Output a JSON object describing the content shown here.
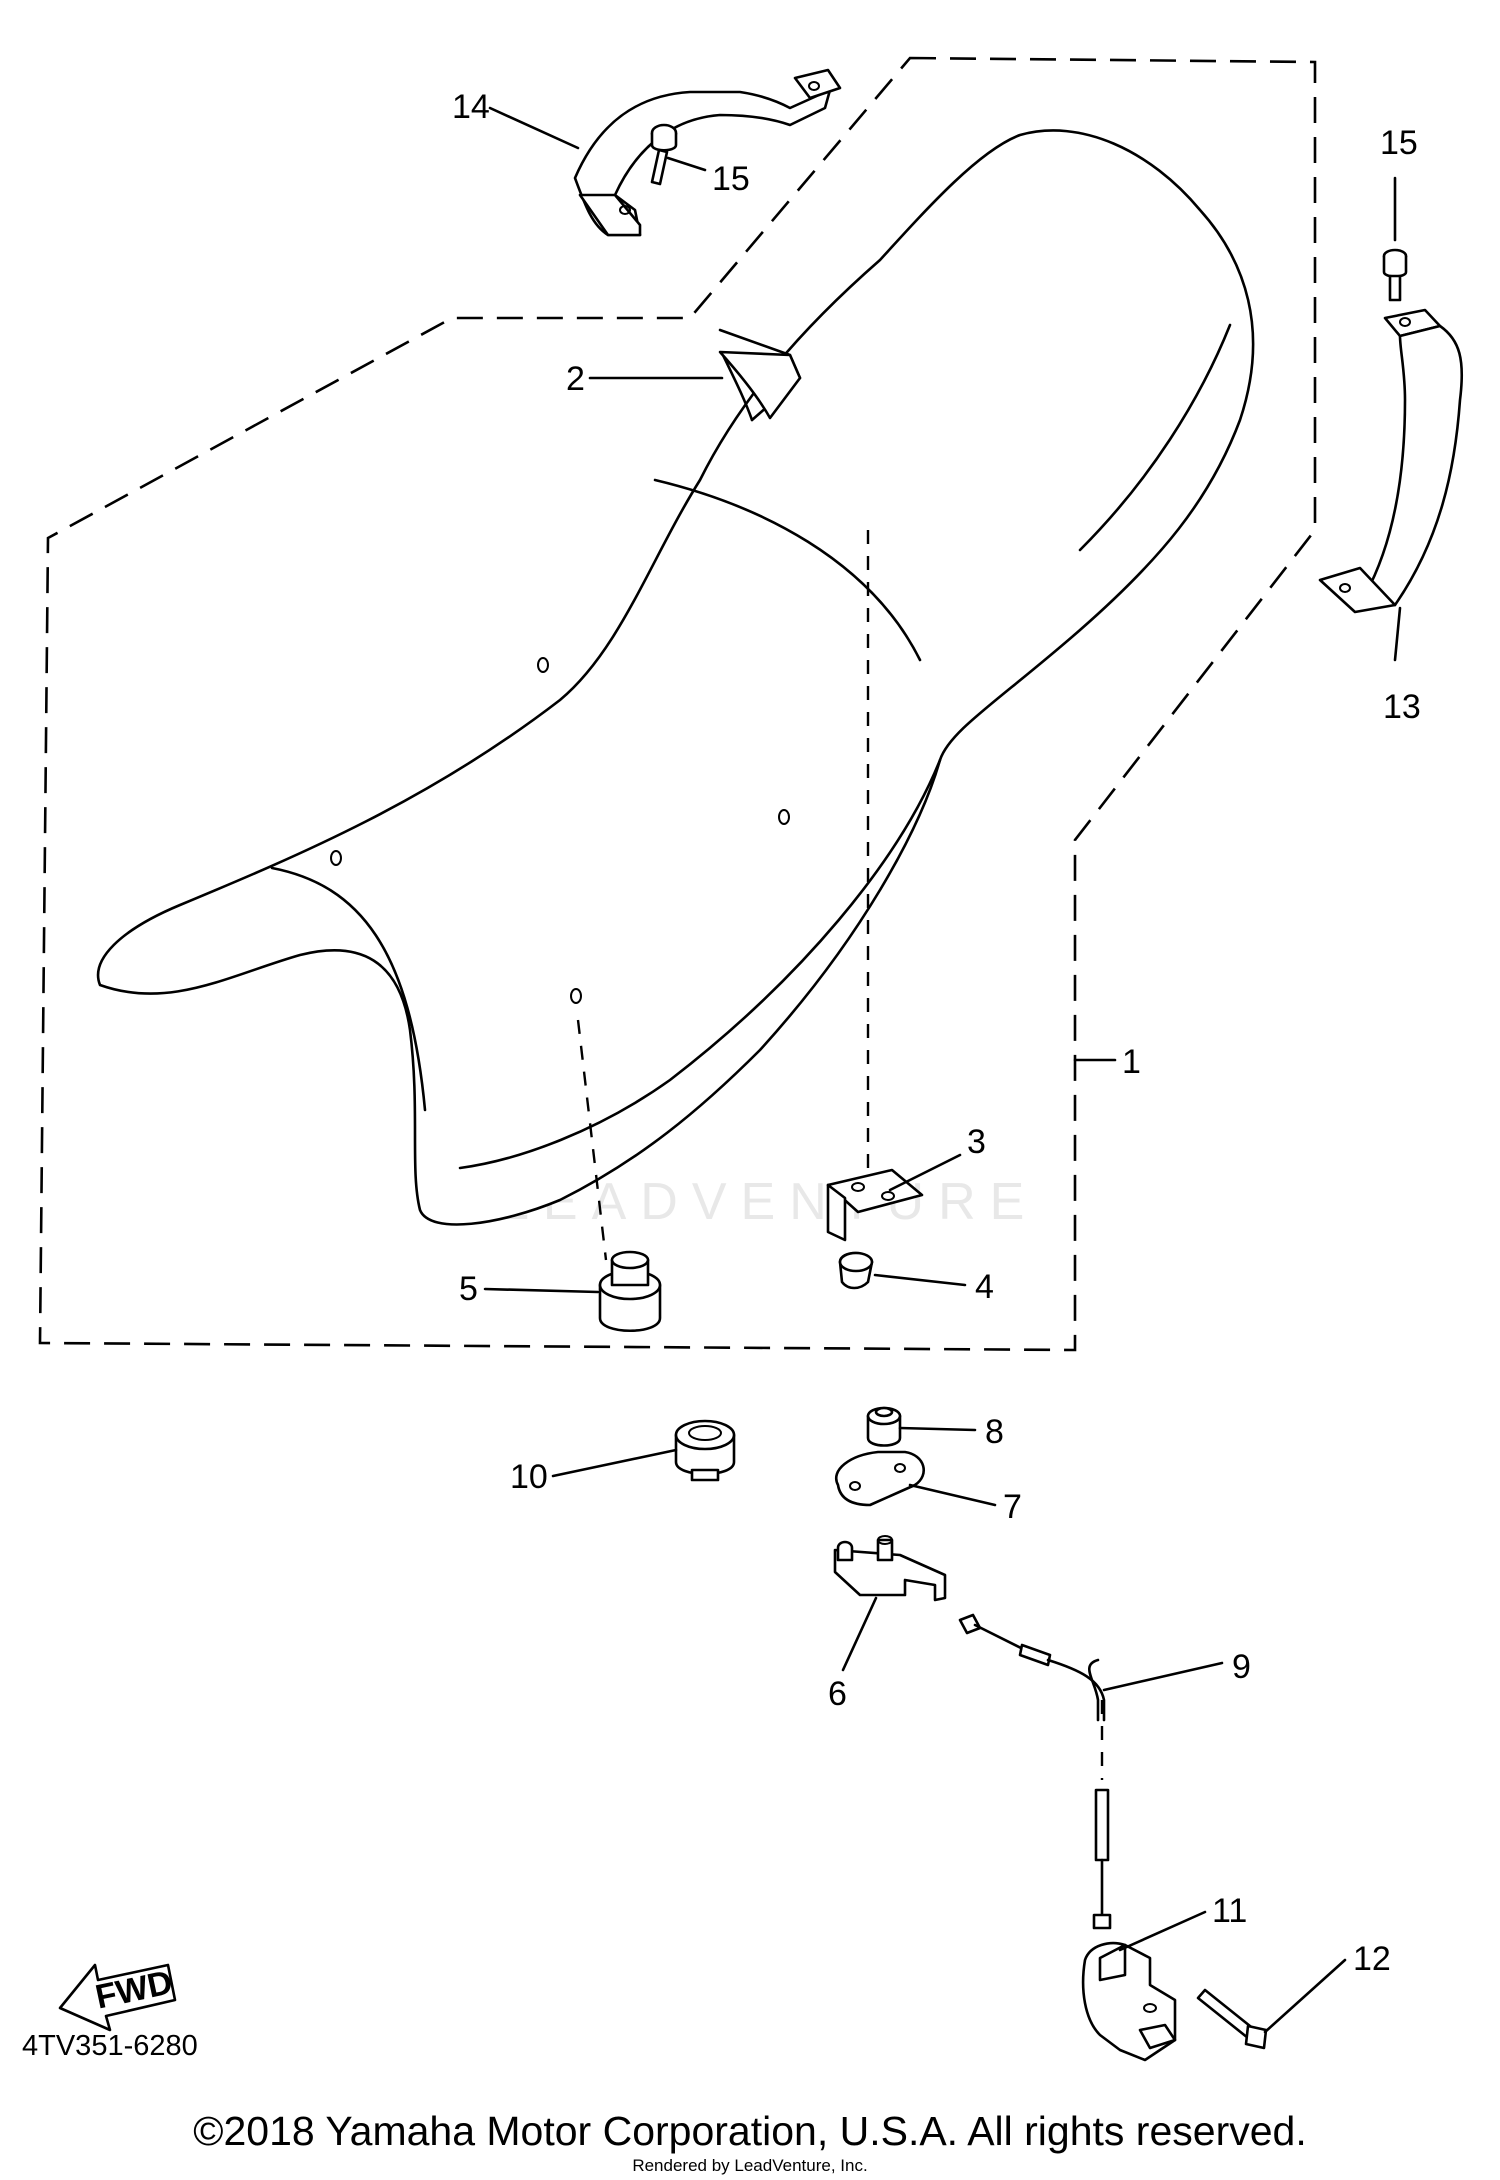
{
  "diagram_id": "4TV351-6280",
  "copyright": "©2018 Yamaha Motor Corporation, U.S.A. All rights reserved.",
  "rendered_by": "Rendered by LeadVenture, Inc.",
  "watermark": "LEADVENTURE",
  "fwd_label": "FWD",
  "callouts": {
    "c1": "1",
    "c2": "2",
    "c3": "3",
    "c4": "4",
    "c5": "5",
    "c6": "6",
    "c7": "7",
    "c8": "8",
    "c9": "9",
    "c10": "10",
    "c11": "11",
    "c12": "12",
    "c13": "13",
    "c14": "14",
    "c15a": "15",
    "c15b": "15"
  }
}
